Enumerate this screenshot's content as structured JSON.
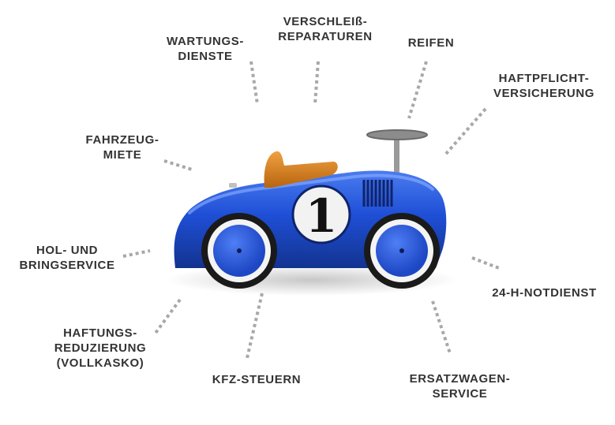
{
  "services": [
    {
      "id": "wartung",
      "lines": [
        "WARTUNGS-",
        "DIENSTE"
      ]
    },
    {
      "id": "verschleiss",
      "lines": [
        "VERSCHLEIß-",
        "REPARATUREN"
      ]
    },
    {
      "id": "reifen",
      "lines": [
        "REIFEN"
      ]
    },
    {
      "id": "haftpflicht",
      "lines": [
        "HAFTPFLICHT-",
        "VERSICHERUNG"
      ]
    },
    {
      "id": "fahrzeugmiete",
      "lines": [
        "FAHRZEUG-",
        "MIETE"
      ]
    },
    {
      "id": "holbring",
      "lines": [
        "HOL- UND",
        "BRINGSERVICE"
      ]
    },
    {
      "id": "notdienst",
      "lines": [
        "24-H-NOTDIENST"
      ]
    },
    {
      "id": "haftungsreduzierung",
      "lines": [
        "HAFTUNGS-",
        "REDUZIERUNG",
        "(VOLLKASKO)"
      ]
    },
    {
      "id": "kfzsteuer",
      "lines": [
        "KFZ-STEUERN"
      ]
    },
    {
      "id": "ersatzwagen",
      "lines": [
        "ERSATZWAGEN-",
        "SERVICE"
      ]
    }
  ],
  "car": {
    "number": "1",
    "body_color": "#1f4fd6",
    "seat_color": "#d4821c",
    "connector_color": "#a8a8a8"
  }
}
